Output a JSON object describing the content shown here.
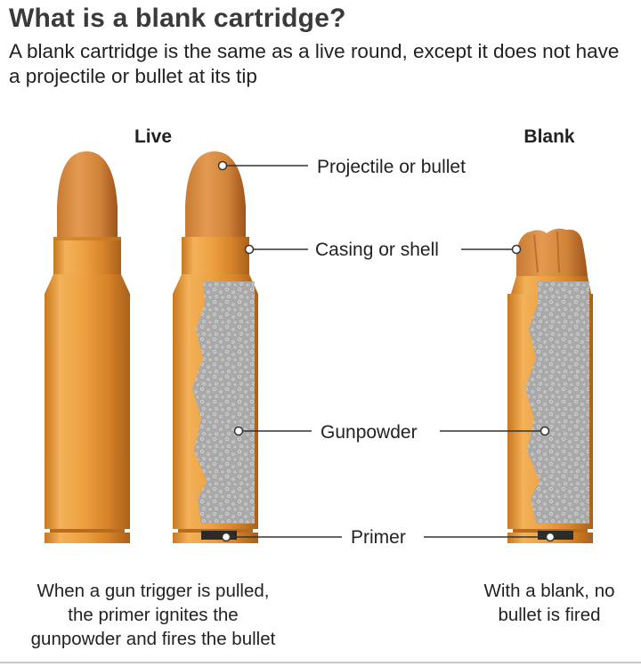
{
  "title": "What is a blank cartridge?",
  "subtitle": "A blank cartridge is the same as a live round, except it does not have a projectile or bullet at its tip",
  "columns": {
    "live": "Live",
    "blank": "Blank"
  },
  "callouts": {
    "projectile": "Projectile or bullet",
    "casing": "Casing or shell",
    "gunpowder": "Gunpowder",
    "primer": "Primer"
  },
  "captions": {
    "live": [
      "When a gun trigger is pulled,",
      "the primer ignites the",
      "gunpowder and fires the bullet"
    ],
    "blank": [
      "With a blank, no",
      "bullet is fired"
    ]
  },
  "colors": {
    "brass": "#E9962E",
    "brass_light": "#F4B45A",
    "brass_dark": "#B8681C",
    "bullet": "#D98A3C",
    "bullet_dark": "#A85A1E",
    "gunpowder": "#A8A8A8",
    "primer": "#2B2B2B",
    "leader": "#333333"
  }
}
